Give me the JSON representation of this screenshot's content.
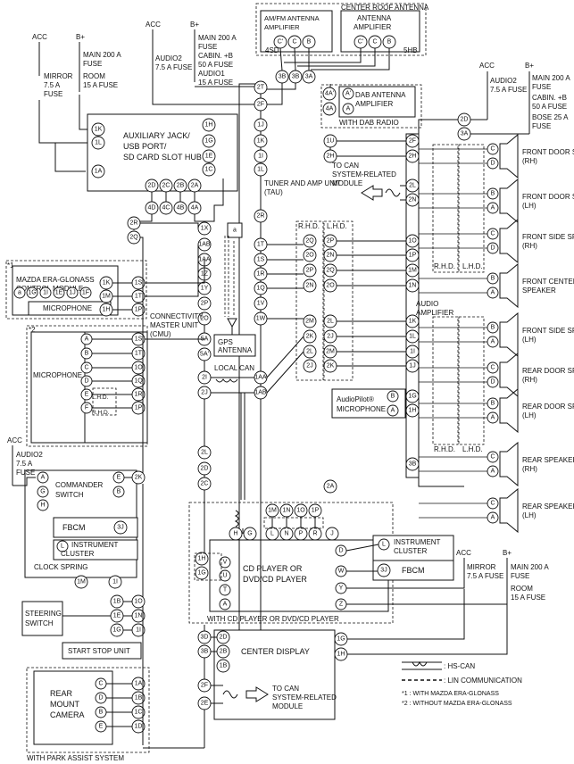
{
  "power": {
    "acc": "ACC",
    "bplus": "B+",
    "main200": "MAIN 200 A FUSE",
    "room15": "ROOM 15 A FUSE",
    "mirror75": "MIRROR 7.5 A FUSE",
    "audio2": "AUDIO2 7.5 A FUSE",
    "cabinb50": "CABIN. +B 50 A FUSE",
    "audio1_15": "AUDIO1 15 A FUSE",
    "bose25": "BOSE 25 A FUSE"
  },
  "components": {
    "aux_hub": "AUXILIARY JACK/ USB PORT/ SD CARD SLOT HUB",
    "tau": "TUNER AND AMP UNIT (TAU)",
    "era_module": "MAZDA ERA-GLONASS CONTROL MODULE",
    "microphone": "MICROPHONE",
    "cmu": "CONNECTIVITY MASTER UNIT (CMU)",
    "commander": "COMMANDER SWITCH",
    "fbcm": "FBCM",
    "instrument_cluster": "INSTRUMENT CLUSTER",
    "clock_spring": "CLOCK SPRING",
    "steering_switch": "STEERING SWITCH",
    "start_stop": "START STOP UNIT",
    "rear_camera": "REAR MOUNT CAMERA",
    "with_park_assist": "WITH PARK ASSIST SYSTEM",
    "gps_antenna": "GPS ANTENNA",
    "local_can": "LOCAL CAN",
    "center_roof_antenna": "CENTER ROOF ANTENNA",
    "amfm_amp": "AM/FM ANTENNA AMPLIFIER",
    "antenna_amp": "ANTENNA AMPLIFIER",
    "dab_amp": "DAB ANTENNA AMPLIFIER",
    "with_dab": "WITH DAB RADIO",
    "to_can_1": "TO CAN SYSTEM-RELATED MODULE",
    "audio_amp": "AUDIO AMPLIFIER",
    "audiopilot": "AudioPilot® MICROPHONE",
    "cd_player": "CD PLAYER OR DVD/CD PLAYER",
    "with_cd": "WITH CD PLAYER OR DVD/CD PLAYER",
    "center_display": "CENTER DISPLAY",
    "to_can_2": "TO CAN SYSTEM-RELATED MODULE",
    "rhd": "R.H.D.",
    "lhd": "L.H.D.",
    "conn_4sd": "4SD",
    "conn_5hb": "5HB"
  },
  "speakers": [
    "FRONT DOOR SPEAKER (RH)",
    "FRONT DOOR SPEAKER (LH)",
    "FRONT SIDE SPEAKER (RH)",
    "FRONT CENTER SPEAKER",
    "FRONT SIDE SPEAKER (LH)",
    "REAR DOOR SPEAKER (RH)",
    "REAR DOOR SPEAKER (LH)",
    "REAR SPEAKER (RH)",
    "REAR SPEAKER (LH)"
  ],
  "notes": {
    "star1": "*1",
    "star2": "*2"
  },
  "legend": {
    "hs_can": ": HS-CAN",
    "lin": ": LIN COMMUNICATION",
    "note1": "*1 : WITH MAZDA ERA-GLONASS",
    "note2": "*2 : WITHOUT MAZDA ERA-GLONASS"
  }
}
